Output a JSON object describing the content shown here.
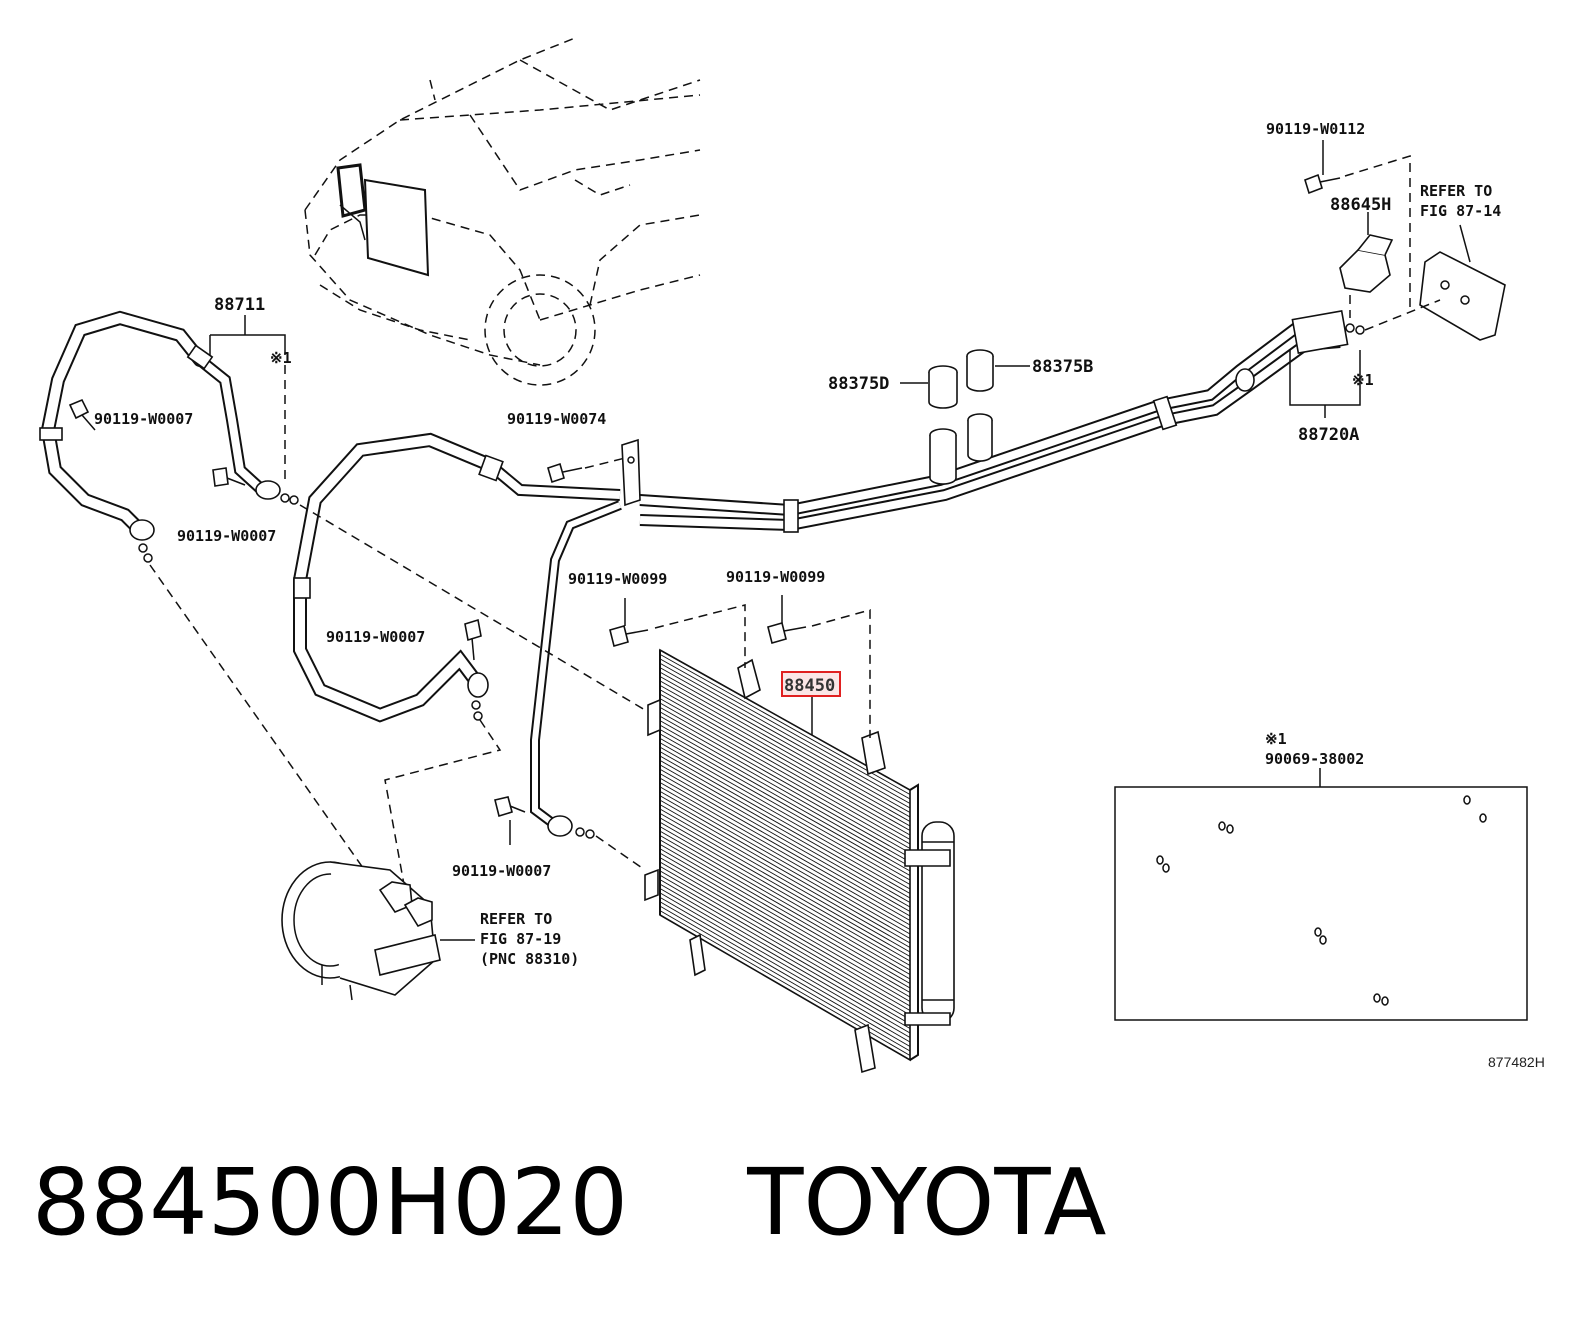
{
  "labels": {
    "hose_88711": "88711",
    "bolt_a": "90119-W0007",
    "mark_a": "※1",
    "bolt_b": "90119-W0007",
    "bolt_c": "90119-W0074",
    "bolt_d": "90119-W0007",
    "bolt_e": "90119-W0099",
    "bolt_f": "90119-W0099",
    "condenser": "88450",
    "bolt_g": "90119-W0007",
    "refer_compressor_1": "REFER TO",
    "refer_compressor_2": "FIG 87-19",
    "refer_compressor_3": "(PNC 88310)",
    "cap_d": "88375D",
    "cap_b": "88375B",
    "bolt_top": "90119-W0112",
    "switch": "88645H",
    "refer_top_1": "REFER TO",
    "refer_top_2": "FIG 87-14",
    "mark_b": "※1",
    "tube_88720a": "88720A",
    "kit_mark": "※1",
    "kit_number": "90069-38002",
    "figure_number": "877482H"
  },
  "highlight_color": "#e02020",
  "footer": {
    "part_number": "884500H020",
    "brand": "TOYOTA"
  }
}
